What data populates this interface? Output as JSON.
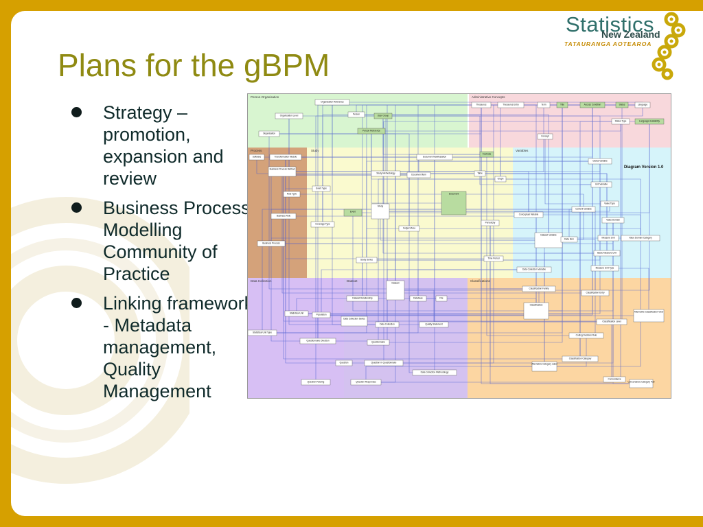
{
  "slide": {
    "title": "Plans for the gBPM",
    "bullets": [
      "Strategy – promotion, expansion and review",
      "Business Process Modelling Community of Practice",
      "Linking frameworks - Metadata management, Quality Management"
    ]
  },
  "logo": {
    "main": "Statistics",
    "sub": "New Zealand",
    "maori": "TATAURANGA AOTEAROA"
  },
  "diagram": {
    "caption": "Diagram Version 1.0",
    "regions": [
      "Person-Organisation",
      "Administrative Concepts",
      "Process",
      "Study",
      "Variables",
      "Data Collection",
      "Dataset",
      "Classifications"
    ],
    "boxes": [
      "Organisation Reference",
      "Person",
      "User Group",
      "Person Reference",
      "Organisation Level",
      "Organisation",
      "Thesaurus",
      "Thesaurus Entry",
      "Term",
      "Title",
      "Access Condition",
      "Status",
      "Language",
      "Status Type",
      "Language Availability",
      "Concept",
      "Software",
      "Transformation Module",
      "Business Process Method",
      "Rule Type",
      "Business Rule",
      "Business Process",
      "Event Type",
      "Event",
      "Coverage Type",
      "Study Methodology",
      "Document Manifestation",
      "Document Item",
      "Document",
      "Footnote",
      "Table",
      "Graph",
      "Study",
      "Subject Area",
      "Study Series",
      "Periodicity",
      "Conceptual Variable",
      "Content Variable",
      "Global Variable",
      "Unit Variable",
      "Value Type",
      "Value Domain",
      "Dataset Variable",
      "Data Item",
      "Measure Unit",
      "Value Domain Category",
      "Basic Measure Unit",
      "Measure Unit Type",
      "Time Period",
      "Data Collection Variable",
      "Dataset",
      "Dataset Relationship",
      "Database",
      "File",
      "Statistical Unit",
      "Population",
      "Statistical Unit Type",
      "Data Collection",
      "Quality Statement",
      "Data Collection Series",
      "Questionnaire Direction",
      "Questionnaire",
      "Question",
      "Question in Questionnaire",
      "Data Collection Methodology",
      "Question Routing",
      "Question Responses",
      "Classification Family",
      "Classification Entry",
      "Classification",
      "Alternative Classification View",
      "Classification Level",
      "Coding Decision Rule",
      "Classification Category",
      "Alternative Category Label",
      "Concordance",
      "Concordance Category Pair"
    ]
  },
  "colors": {
    "accent": "#d6a000",
    "title": "#8f8a12",
    "body_text": "#0f2a2a"
  }
}
